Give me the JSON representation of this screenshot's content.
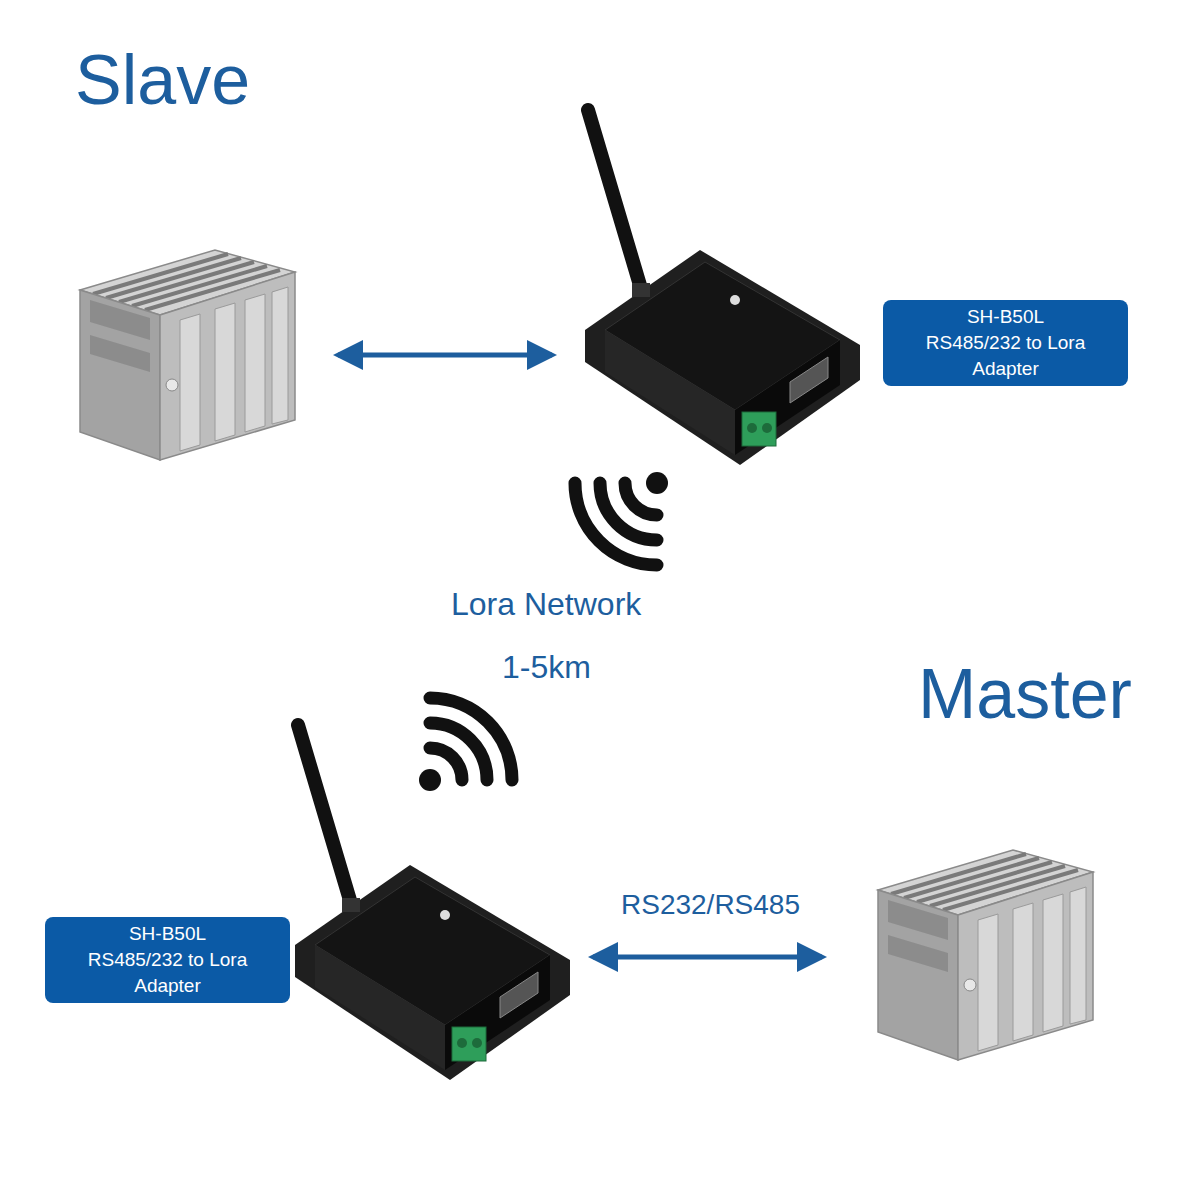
{
  "diagram": {
    "nodes": [
      {
        "text": [
          "SH-B50L",
          "RS485/232 to Lora Adapter"
        ]
      },
      {
        "text": [
          "SH-B50L",
          "RS485/232 to Lora Adapter"
        ]
      }
    ],
    "labels": [
      "Slave",
      "Lora Network",
      "1-5km",
      "Master",
      "RS232/RS485"
    ]
  }
}
